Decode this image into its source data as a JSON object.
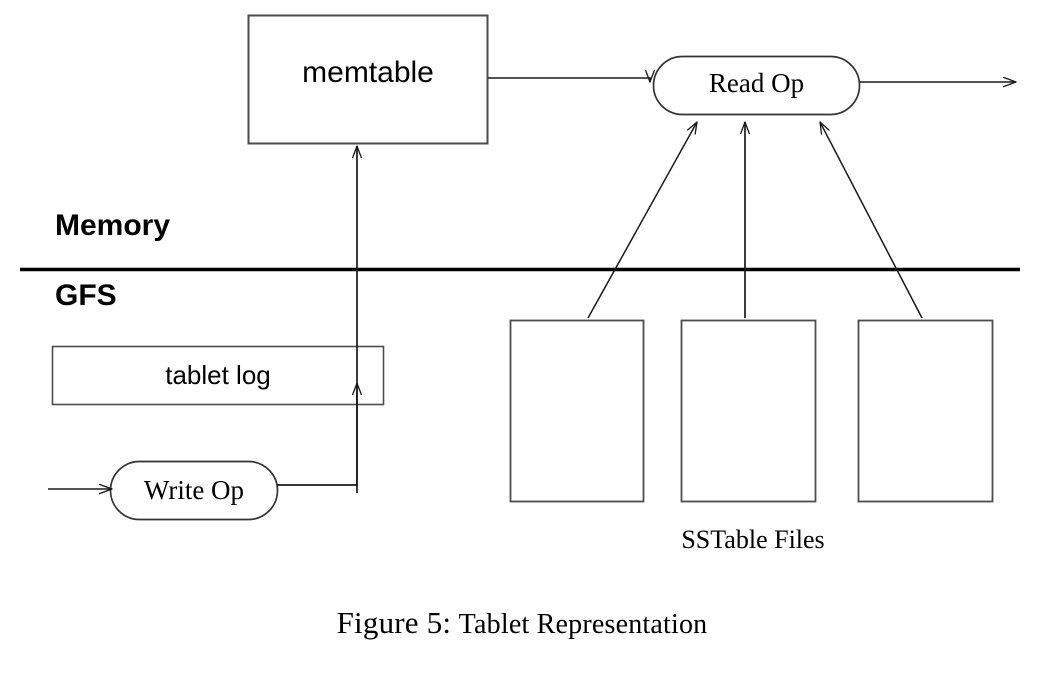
{
  "figure": {
    "number_label": "Figure 5:",
    "title": "Tablet Representation"
  },
  "tiers": {
    "memory_label": "Memory",
    "gfs_label": "GFS"
  },
  "nodes": {
    "memtable": {
      "label": "memtable",
      "shape": "rectangle"
    },
    "read_op": {
      "label": "Read Op",
      "shape": "stadium"
    },
    "tablet_log": {
      "label": "tablet log",
      "shape": "rectangle"
    },
    "write_op": {
      "label": "Write Op",
      "shape": "stadium"
    },
    "sstable_files": {
      "label": "SSTable Files",
      "count": 3,
      "shape": "rectangle"
    }
  },
  "colors": {
    "stroke": "#4d4d4d",
    "arrow": "#1a1a1a",
    "divider": "#000000",
    "text": "#000000",
    "background": "#ffffff"
  }
}
